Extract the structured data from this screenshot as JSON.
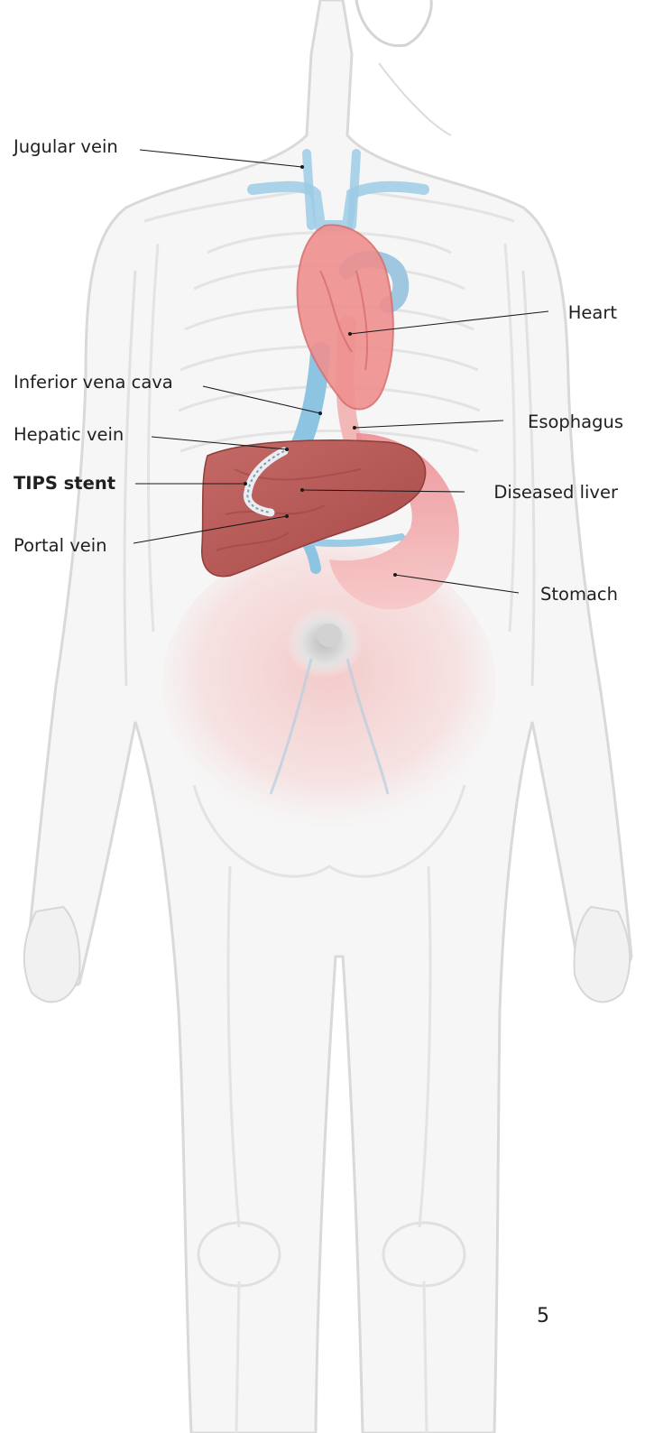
{
  "labels": {
    "jugular_vein": "Jugular vein",
    "heart": "Heart",
    "inferior_vena_cava": "Inferior vena cava",
    "esophagus": "Esophagus",
    "hepatic_vein": "Hepatic vein",
    "tips_stent": "TIPS stent",
    "diseased_liver": "Diseased liver",
    "portal_vein": "Portal vein",
    "stomach": "Stomach"
  },
  "page_number": "5",
  "colors": {
    "body_outline": "#d8d8d8",
    "body_fill": "#f6f6f6",
    "vein_blue": "#8ec6e2",
    "heart_red": "#ef8f8f",
    "liver_red": "#b85a58",
    "stomach_pink": "#f2a6a6",
    "intestine_pink": "#f5c9c9",
    "leader_line": "#1a1a1a"
  }
}
